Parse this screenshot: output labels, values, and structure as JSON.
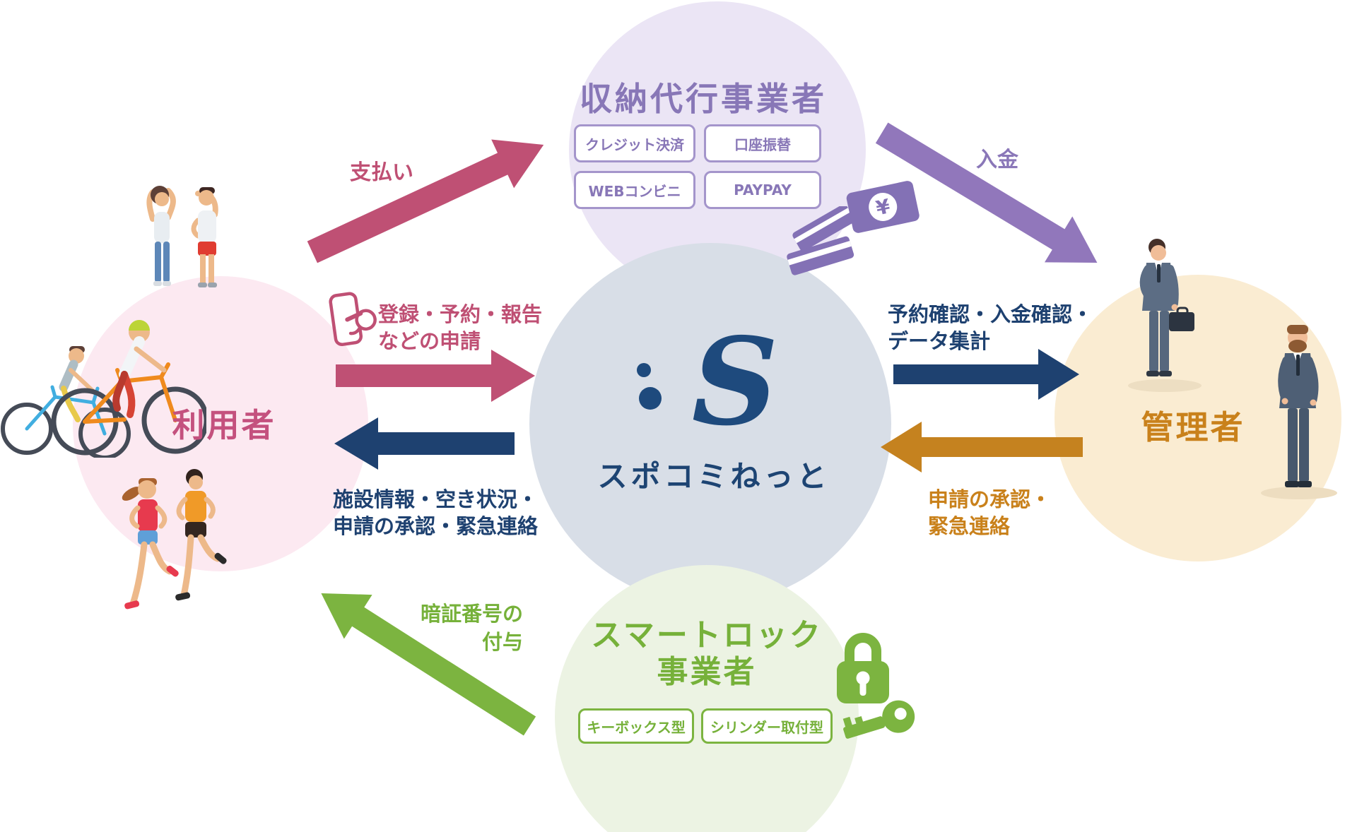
{
  "palette": {
    "purple": "#8877b7",
    "purple_arrow": "#9177bb",
    "lavender_bg": "#ebe5f5",
    "navy": "#1e4170",
    "navy_logo": "#1e4a7d",
    "gray_blue_bg": "#d8dee7",
    "pink": "#c4517e",
    "pink_arrow": "#bf5074",
    "pink_bg": "#fce9f1",
    "orange": "#c9811b",
    "orange_arrow": "#c5821f",
    "cream_bg": "#faecd2",
    "green": "#76b13a",
    "green_arrow": "#7cb440",
    "green_bg": "#ecf3e3"
  },
  "nodes": {
    "payment_agency": {
      "title": "収納代行事業者",
      "chips": [
        "クレジット決済",
        "口座振替",
        "WEBコンビニ",
        "PAYPAY"
      ]
    },
    "platform": {
      "logo_letter": "S",
      "title": "スポコミねっと"
    },
    "users": {
      "title": "利用者"
    },
    "admins": {
      "title": "管理者"
    },
    "smartlock": {
      "title_line1": "スマートロック",
      "title_line2": "事業者",
      "chips": [
        "キーボックス型",
        "シリンダー取付型"
      ]
    }
  },
  "arrows": {
    "payment": {
      "label": "支払い",
      "from": "利用者",
      "to": "収納代行事業者"
    },
    "deposit": {
      "label": "入金",
      "from": "収納代行事業者",
      "to": "管理者"
    },
    "application": {
      "label_line1": "登録・予約・報告",
      "label_line2": "などの申請",
      "from": "利用者",
      "to": "スポコミねっと"
    },
    "facility_info": {
      "label_line1": "施設情報・空き状況・",
      "label_line2": "申請の承認・緊急連絡",
      "from": "スポコミねっと",
      "to": "利用者"
    },
    "confirmation": {
      "label_line1": "予約確認・入金確認・",
      "label_line2": "データ集計",
      "from": "スポコミねっと",
      "to": "管理者"
    },
    "approval": {
      "label_line1": "申請の承認・",
      "label_line2": "緊急連絡",
      "from": "管理者",
      "to": "スポコミねっと"
    },
    "pin": {
      "label_line1": "暗証番号の",
      "label_line2": "付与",
      "from": "スマートロック事業者",
      "to": "利用者"
    }
  },
  "icons": {
    "smartphone": "smartphone-touch-icon",
    "credit_cards": "credit-cards-icon",
    "yen_bill": "yen-bill-icon",
    "padlock": "padlock-icon",
    "key": "key-icon"
  },
  "illustrations": {
    "users": [
      "stretching-people",
      "cyclists",
      "runners"
    ],
    "admins": [
      "businessman-with-briefcase",
      "bearded-businessman"
    ]
  }
}
